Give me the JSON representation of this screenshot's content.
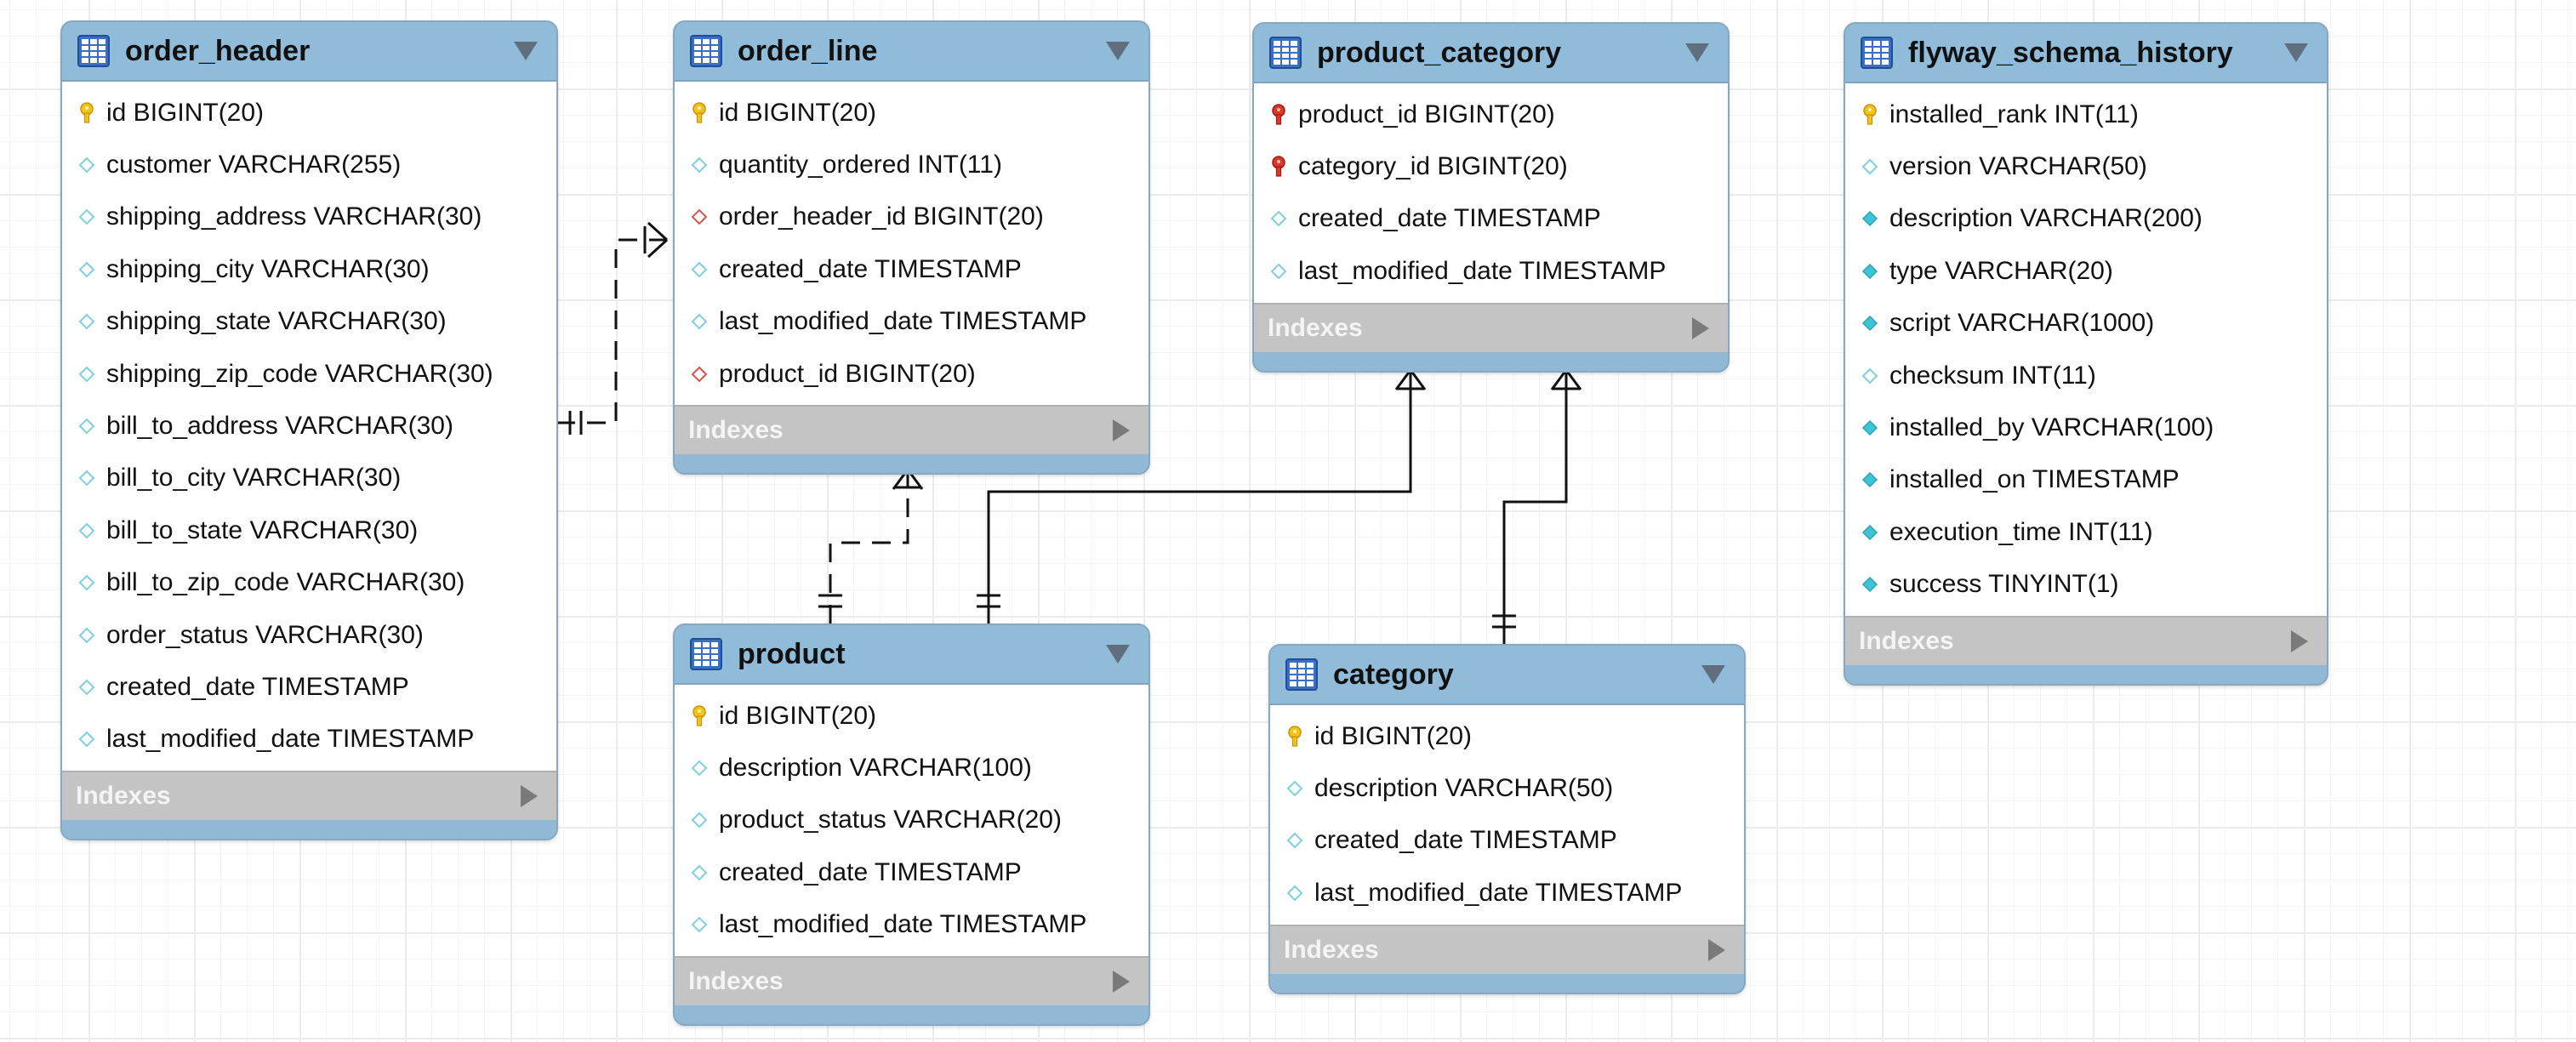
{
  "tables": [
    {
      "id": "order_header",
      "name": "order_header",
      "columns": [
        {
          "text": "id BIGINT(20)",
          "kind": "pk"
        },
        {
          "text": "customer VARCHAR(255)",
          "kind": "attr"
        },
        {
          "text": "shipping_address VARCHAR(30)",
          "kind": "attr"
        },
        {
          "text": "shipping_city VARCHAR(30)",
          "kind": "attr"
        },
        {
          "text": "shipping_state VARCHAR(30)",
          "kind": "attr"
        },
        {
          "text": "shipping_zip_code VARCHAR(30)",
          "kind": "attr"
        },
        {
          "text": "bill_to_address VARCHAR(30)",
          "kind": "attr"
        },
        {
          "text": "bill_to_city VARCHAR(30)",
          "kind": "attr"
        },
        {
          "text": "bill_to_state VARCHAR(30)",
          "kind": "attr"
        },
        {
          "text": "bill_to_zip_code VARCHAR(30)",
          "kind": "attr"
        },
        {
          "text": "order_status VARCHAR(30)",
          "kind": "attr"
        },
        {
          "text": "created_date TIMESTAMP",
          "kind": "attr"
        },
        {
          "text": "last_modified_date TIMESTAMP",
          "kind": "attr"
        }
      ],
      "indexes_label": "Indexes"
    },
    {
      "id": "order_line",
      "name": "order_line",
      "columns": [
        {
          "text": "id BIGINT(20)",
          "kind": "pk"
        },
        {
          "text": "quantity_ordered INT(11)",
          "kind": "attr"
        },
        {
          "text": "order_header_id BIGINT(20)",
          "kind": "fk"
        },
        {
          "text": "created_date TIMESTAMP",
          "kind": "attr"
        },
        {
          "text": "last_modified_date TIMESTAMP",
          "kind": "attr"
        },
        {
          "text": "product_id BIGINT(20)",
          "kind": "fk"
        }
      ],
      "indexes_label": "Indexes"
    },
    {
      "id": "product_category",
      "name": "product_category",
      "columns": [
        {
          "text": "product_id BIGINT(20)",
          "kind": "pkfk"
        },
        {
          "text": "category_id BIGINT(20)",
          "kind": "pkfk"
        },
        {
          "text": "created_date TIMESTAMP",
          "kind": "attr"
        },
        {
          "text": "last_modified_date TIMESTAMP",
          "kind": "attr"
        }
      ],
      "indexes_label": "Indexes"
    },
    {
      "id": "flyway_schema_history",
      "name": "flyway_schema_history",
      "columns": [
        {
          "text": "installed_rank INT(11)",
          "kind": "pk"
        },
        {
          "text": "version VARCHAR(50)",
          "kind": "attr"
        },
        {
          "text": "description VARCHAR(200)",
          "kind": "notnull"
        },
        {
          "text": "type VARCHAR(20)",
          "kind": "notnull"
        },
        {
          "text": "script VARCHAR(1000)",
          "kind": "notnull"
        },
        {
          "text": "checksum INT(11)",
          "kind": "attr"
        },
        {
          "text": "installed_by VARCHAR(100)",
          "kind": "notnull"
        },
        {
          "text": "installed_on TIMESTAMP",
          "kind": "notnull"
        },
        {
          "text": "execution_time INT(11)",
          "kind": "notnull"
        },
        {
          "text": "success TINYINT(1)",
          "kind": "notnull"
        }
      ],
      "indexes_label": "Indexes"
    },
    {
      "id": "product",
      "name": "product",
      "columns": [
        {
          "text": "id BIGINT(20)",
          "kind": "pk"
        },
        {
          "text": "description VARCHAR(100)",
          "kind": "attr"
        },
        {
          "text": "product_status VARCHAR(20)",
          "kind": "attr"
        },
        {
          "text": "created_date TIMESTAMP",
          "kind": "attr"
        },
        {
          "text": "last_modified_date TIMESTAMP",
          "kind": "attr"
        }
      ],
      "indexes_label": "Indexes"
    },
    {
      "id": "category",
      "name": "category",
      "columns": [
        {
          "text": "id BIGINT(20)",
          "kind": "pk"
        },
        {
          "text": "description VARCHAR(50)",
          "kind": "attr"
        },
        {
          "text": "created_date TIMESTAMP",
          "kind": "attr"
        },
        {
          "text": "last_modified_date TIMESTAMP",
          "kind": "attr"
        }
      ],
      "indexes_label": "Indexes"
    }
  ],
  "relationships": [
    {
      "from": "order_header",
      "to": "order_line",
      "cardinality": "one-to-many",
      "line": "dashed"
    },
    {
      "from": "product",
      "to": "order_line",
      "cardinality": "one-to-many",
      "line": "dashed"
    },
    {
      "from": "product",
      "to": "product_category",
      "cardinality": "one-to-many",
      "line": "solid"
    },
    {
      "from": "category",
      "to": "product_category",
      "cardinality": "one-to-many",
      "line": "solid"
    }
  ],
  "icons": {
    "table": "table-grid-icon",
    "pk": "key-icon",
    "pkfk": "red-key-icon",
    "fk": "red-diamond-icon",
    "attr": "hollow-diamond-icon",
    "notnull": "filled-diamond-icon",
    "collapse": "chevron-down-icon",
    "expand": "arrow-right-icon"
  },
  "colors": {
    "header": "#91bcd9",
    "indexes_bar": "#c4c4c4",
    "pk_key": "#f5c21b",
    "fk_key": "#d9382a",
    "fk_diamond": "#d9534f",
    "attr_diamond": "#7fd0e0",
    "notnull_diamond": "#3fc4d6"
  }
}
